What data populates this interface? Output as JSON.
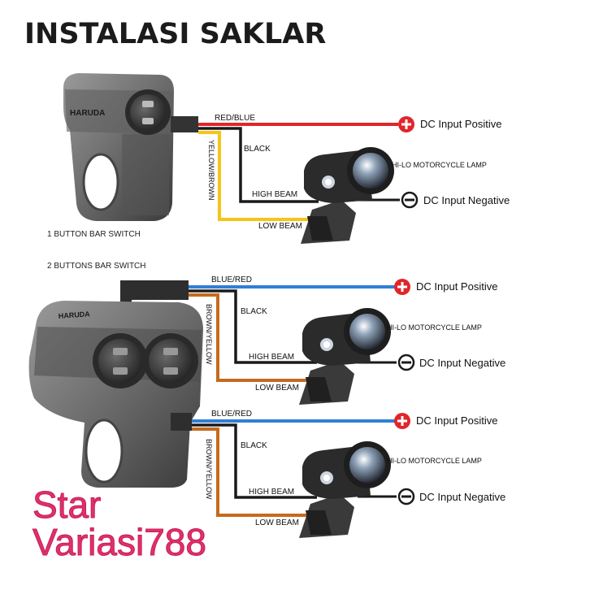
{
  "title": "INSTALASI SAKLAR",
  "switches": {
    "one_button": {
      "caption": "1 BUTTON BAR SWITCH",
      "brand": "HARUDA"
    },
    "two_button": {
      "caption": "2 BUTTONS BAR SWITCH",
      "brand": "HARUDA"
    }
  },
  "circuits": [
    {
      "top_wire": "RED/BLUE",
      "side_wire": "YELLOW/BROWN",
      "black": "BLACK",
      "high_beam": "HIGH BEAM",
      "low_beam": "LOW BEAM",
      "lamp": "HI-LO MOTORCYCLE LAMP",
      "positive": "DC Input Positive",
      "negative": "DC Input Negative"
    },
    {
      "top_wire": "BLUE/RED",
      "side_wire": "BROWN/YELLOW",
      "black": "BLACK",
      "high_beam": "HIGH BEAM",
      "low_beam": "LOW BEAM",
      "lamp": "HI-LO MOTORCYCLE LAMP",
      "positive": "DC Input Positive",
      "negative": "DC Input Negative"
    },
    {
      "top_wire": "BLUE/RED",
      "side_wire": "BROWN/YELLOW",
      "black": "BLACK",
      "high_beam": "HIGH BEAM",
      "low_beam": "LOW BEAM",
      "lamp": "HI-LO MOTORCYCLE LAMP",
      "positive": "DC Input Positive",
      "negative": "DC Input Negative"
    }
  ],
  "watermark": {
    "line1": "Star",
    "line2": "Variasi788"
  },
  "colors": {
    "red_wire": "#e0262b",
    "blue_wire": "#2f7fd6",
    "yellow_wire": "#f5c518",
    "brown_wire": "#c56a1f",
    "black_wire": "#1a1a1a",
    "watermark": "#e0306a"
  }
}
